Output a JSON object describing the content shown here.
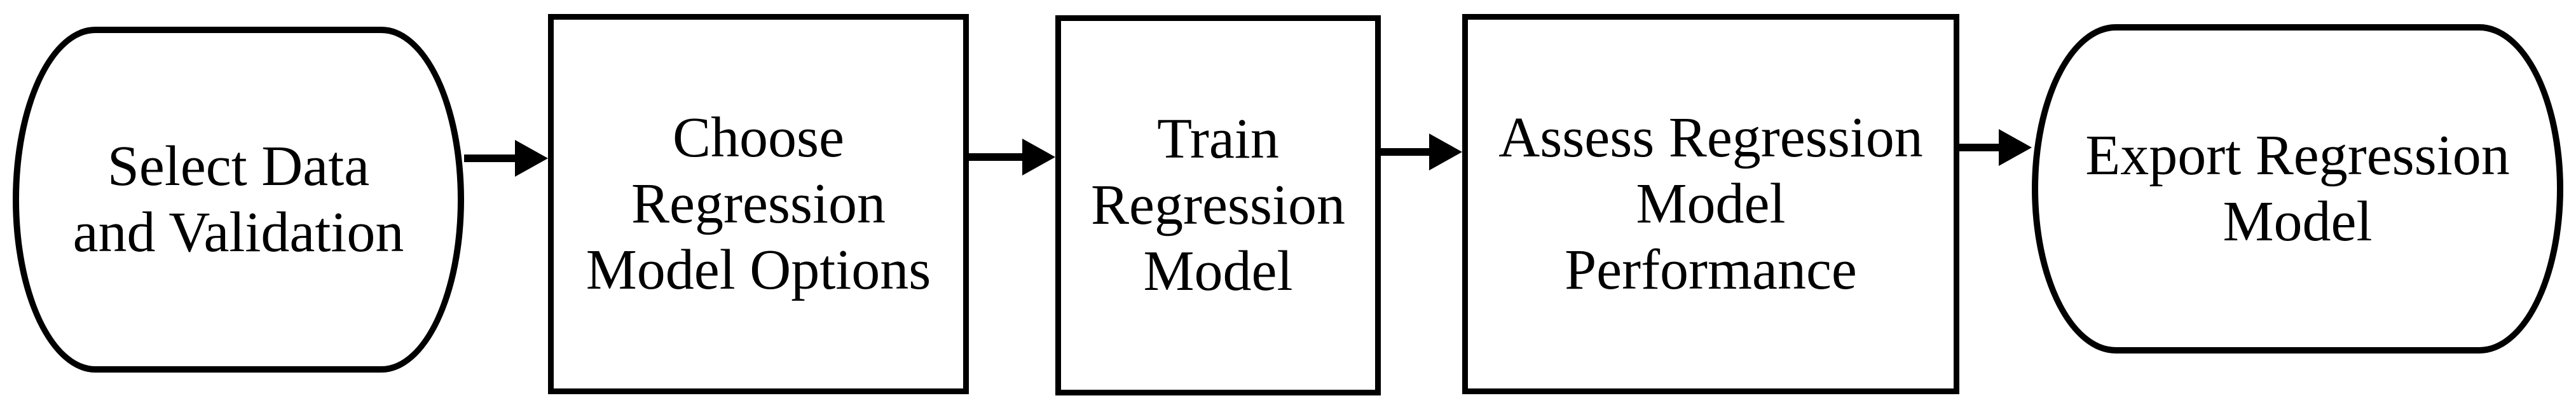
{
  "page": {
    "background_color": "#ffffff"
  },
  "diagram": {
    "stroke_color": "#000000",
    "text_color": "#000000",
    "nodes": [
      {
        "type": "terminator",
        "lines": [
          "Select Data",
          "and Validation"
        ]
      },
      {
        "type": "process",
        "lines": [
          "Choose",
          "Regression",
          "Model Options"
        ]
      },
      {
        "type": "process",
        "lines": [
          "Train",
          "Regression",
          "Model"
        ]
      },
      {
        "type": "process",
        "lines": [
          "Assess Regression",
          "Model",
          "Performance"
        ]
      },
      {
        "type": "terminator",
        "lines": [
          "Export Regression",
          "Model"
        ]
      }
    ],
    "connectors": [
      {
        "from": "Select Data and Validation",
        "to": "Choose Regression Model Options",
        "direction": "right"
      },
      {
        "from": "Choose Regression Model Options",
        "to": "Train Regression Model",
        "direction": "right"
      },
      {
        "from": "Train Regression Model",
        "to": "Assess Regression Model Performance",
        "direction": "right"
      },
      {
        "from": "Assess Regression Model Performance",
        "to": "Export Regression Model",
        "direction": "right"
      }
    ]
  }
}
